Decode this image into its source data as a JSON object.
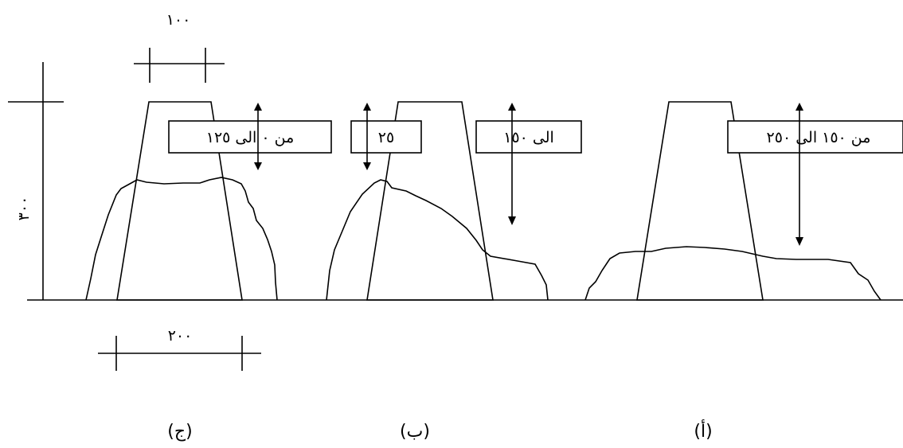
{
  "dimensions": {
    "top_width": "١٠٠",
    "base_width": "٢٠٠",
    "height": "٣٠٠"
  },
  "panels": [
    {
      "id": "c",
      "caption": "(ج)",
      "range_label": "من ٠ الى ١٢٥"
    },
    {
      "id": "b",
      "caption": "(ب)",
      "range_label_left": "٢٥",
      "range_label_right": "الى ١٥٠"
    },
    {
      "id": "a",
      "caption": "(أ)",
      "range_label": "من ١٥٠ الى ٢٥٠"
    }
  ]
}
